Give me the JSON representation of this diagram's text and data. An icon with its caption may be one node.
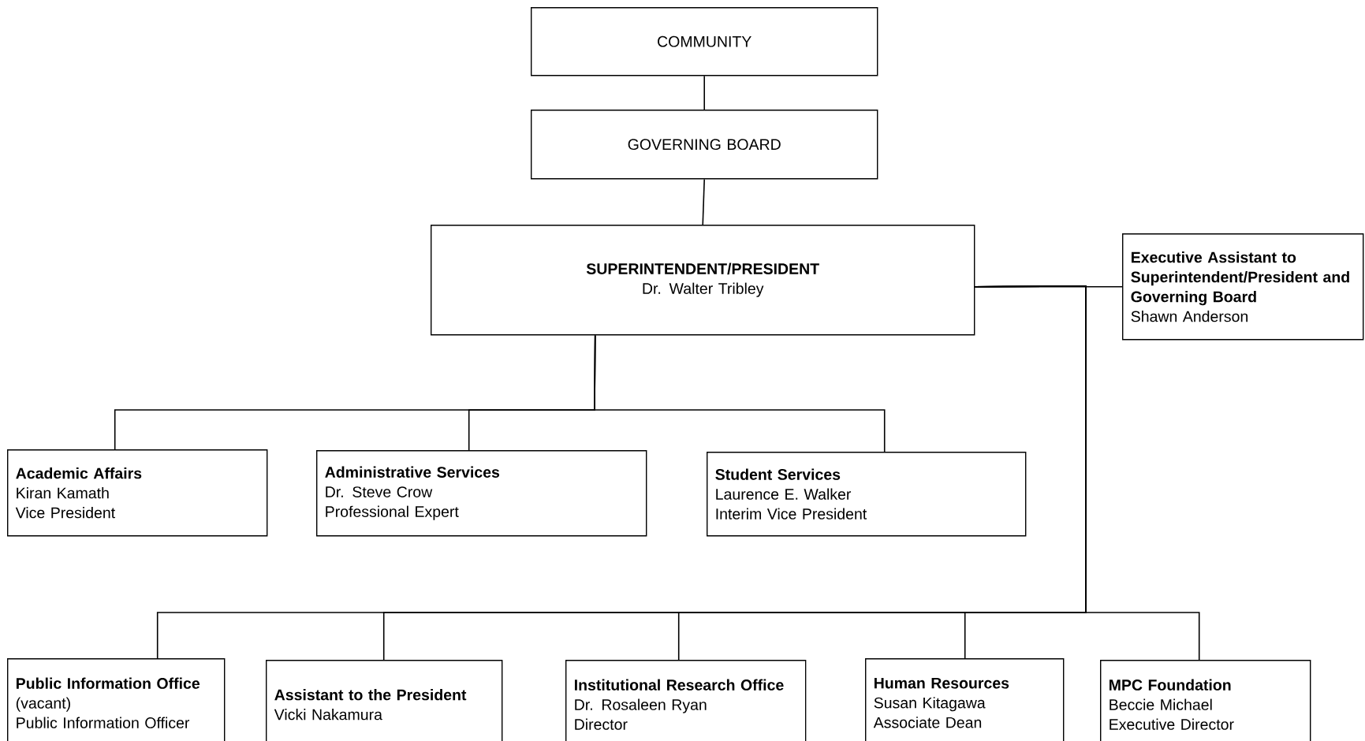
{
  "diagram": {
    "nodes": [
      {
        "text": [
          "COMMUNITY"
        ]
      },
      {
        "text": [
          "GOVERNING BOARD"
        ]
      },
      {
        "text": [
          "SUPERINTENDENT/PRESIDENT",
          "Dr. Walter Tribley"
        ]
      },
      {
        "text": [
          "Executive Assistant to Superintendent/President and Governing Board",
          "Shawn Anderson"
        ]
      },
      {
        "text": [
          "Academic Affairs",
          "Kiran Kamath",
          "Vice President"
        ]
      },
      {
        "text": [
          "Administrative Services",
          "Dr. Steve Crow",
          "Professional Expert"
        ]
      },
      {
        "text": [
          "Student Services",
          "Laurence E. Walker",
          "Interim Vice President"
        ]
      },
      {
        "text": [
          "Public Information Office",
          "(vacant)",
          "Public Information Officer"
        ]
      },
      {
        "text": [
          "Assistant to the President",
          "Vicki Nakamura"
        ]
      },
      {
        "text": [
          "Institutional Research Office",
          "Dr. Rosaleen Ryan",
          "Director"
        ]
      },
      {
        "text": [
          "Human Resources",
          "Susan Kitagawa",
          "Associate Dean"
        ]
      },
      {
        "text": [
          "MPC Foundation",
          "Beccie Michael",
          "Executive Director"
        ]
      }
    ],
    "edges": [
      {
        "from": 0,
        "to": 1,
        "arrow": "none"
      },
      {
        "from": 1,
        "to": 2,
        "arrow": "none"
      },
      {
        "from": 2,
        "to": 3,
        "arrow": "none"
      },
      {
        "from": 2,
        "to": 4,
        "arrow": "none"
      },
      {
        "from": 2,
        "to": 5,
        "arrow": "none"
      },
      {
        "from": 2,
        "to": 6,
        "arrow": "none"
      },
      {
        "from": 2,
        "to": 7,
        "arrow": "none"
      },
      {
        "from": 2,
        "to": 8,
        "arrow": "none"
      },
      {
        "from": 2,
        "to": 9,
        "arrow": "none"
      },
      {
        "from": 2,
        "to": 10,
        "arrow": "none"
      },
      {
        "from": 2,
        "to": 11,
        "arrow": "none"
      }
    ]
  }
}
